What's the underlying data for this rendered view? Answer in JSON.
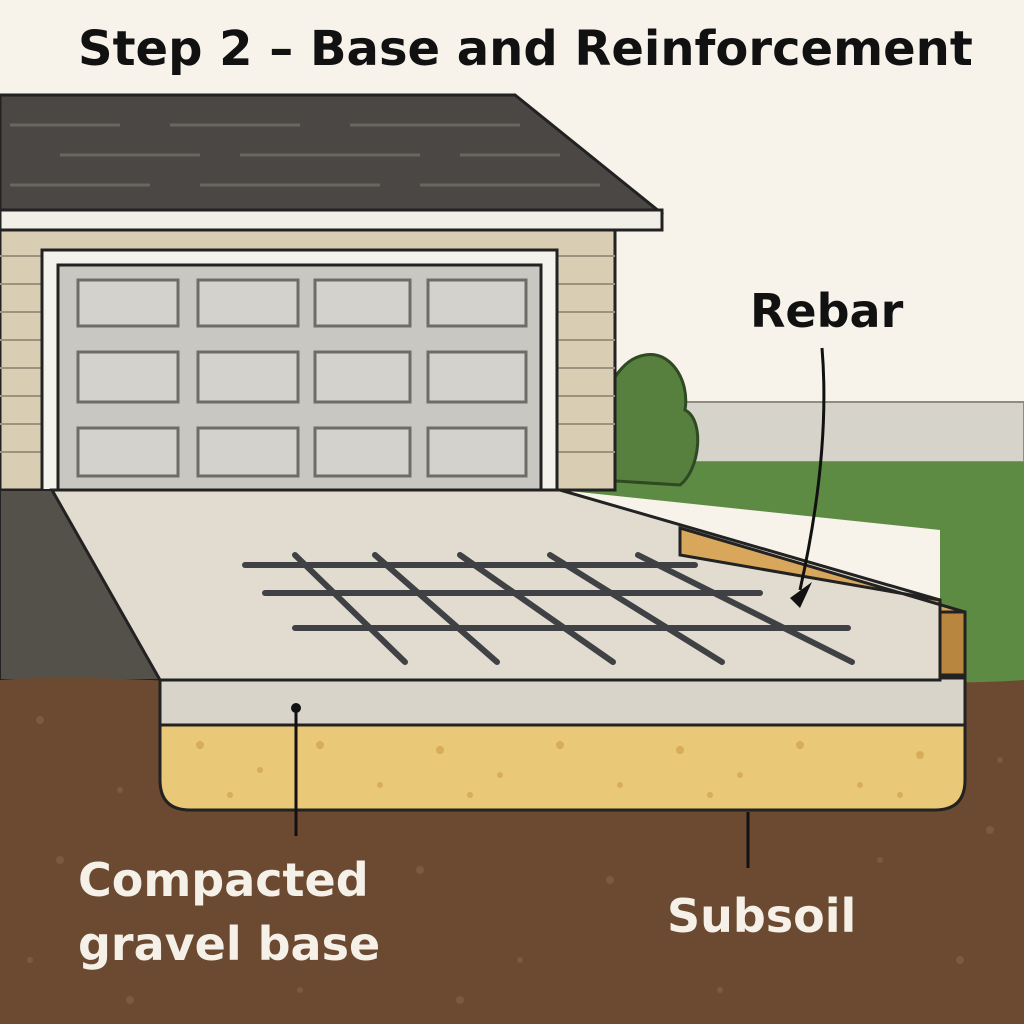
{
  "title": "Step 2 – Base and Reinforcement",
  "labels": {
    "rebar": "Rebar",
    "gravel_line1": "Compacted",
    "gravel_line2": "gravel base",
    "subsoil": "Subsoil"
  },
  "colors": {
    "sky": "#f7f3ea",
    "roof": "#4a4744",
    "siding": "#d9cdb4",
    "garage_door": "#c9c7c2",
    "grass": "#5e8b44",
    "shrub": "#577f3d",
    "fence": "#d6d3cb",
    "driveway": "#e2dcd0",
    "asphalt": "#54504a",
    "gravel_base": "#d9d4ca",
    "sand_layer": "#e9c878",
    "subsoil": "#6b4a31",
    "form_board": "#d9a75b",
    "rebar": "#3f4145"
  }
}
